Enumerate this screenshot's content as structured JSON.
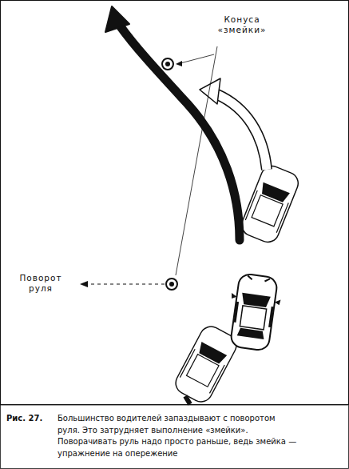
{
  "diagram": {
    "caption": "Большинство водителей запаздывают с поворотом руля. Это затрудняет выполнение «змейки». Поворачивать руль надо просто раньше, ведь змейка — упражнение на опережение",
    "labels": [
      "Конуса «змейки»",
      "Поворот руля",
      "Рис. 27."
    ]
  }
}
